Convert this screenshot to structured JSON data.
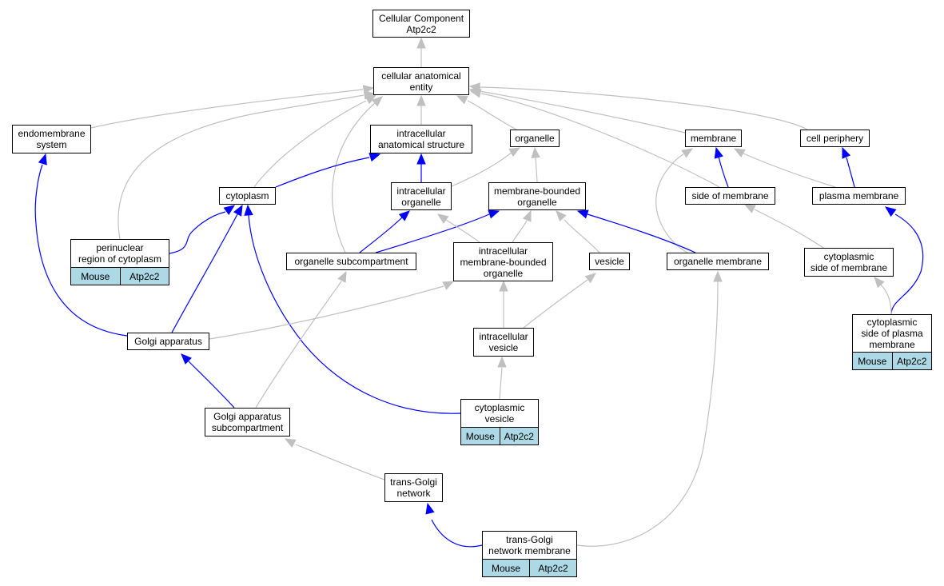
{
  "colors": {
    "is_a": "#c0c0c0",
    "part_of": "#0000ff",
    "annotation_fill": "#add8e6"
  },
  "nodes": [
    {
      "id": "root",
      "label": "Cellular Component\nAtp2c2"
    },
    {
      "id": "cae",
      "label": "cellular anatomical\nentity"
    },
    {
      "id": "endo",
      "label": "endomembrane\nsystem"
    },
    {
      "id": "ias",
      "label": "intracellular\nanatomical structure"
    },
    {
      "id": "organelle",
      "label": "organelle"
    },
    {
      "id": "membrane",
      "label": "membrane"
    },
    {
      "id": "cellper",
      "label": "cell periphery"
    },
    {
      "id": "cytoplasm",
      "label": "cytoplasm"
    },
    {
      "id": "intorg",
      "label": "intracellular\norganelle"
    },
    {
      "id": "mbo",
      "label": "membrane-bounded\norganelle"
    },
    {
      "id": "som",
      "label": "side of membrane"
    },
    {
      "id": "pm",
      "label": "plasma membrane"
    },
    {
      "id": "perinuc",
      "label": "perinuclear\nregion of cytoplasm"
    },
    {
      "id": "osub",
      "label": "organelle subcompartment"
    },
    {
      "id": "imbo",
      "label": "intracellular\nmembrane-bounded\norganelle"
    },
    {
      "id": "vesicle",
      "label": "vesicle"
    },
    {
      "id": "orgmem",
      "label": "organelle membrane"
    },
    {
      "id": "cytsom",
      "label": "cytoplasmic\nside of membrane"
    },
    {
      "id": "cytspm",
      "label": "cytoplasmic\nside of plasma\nmembrane"
    },
    {
      "id": "golgi",
      "label": "Golgi apparatus"
    },
    {
      "id": "iv",
      "label": "intracellular\nvesicle"
    },
    {
      "id": "cv",
      "label": "cytoplasmic\nvesicle"
    },
    {
      "id": "gasub",
      "label": "Golgi apparatus\nsubcompartment"
    },
    {
      "id": "tgn",
      "label": "trans-Golgi\nnetwork"
    },
    {
      "id": "tgnm",
      "label": "trans-Golgi\nnetwork membrane"
    }
  ],
  "annotations": [
    {
      "node": "perinuc",
      "species": "Mouse",
      "gene": "Atp2c2"
    },
    {
      "node": "cv",
      "species": "Mouse",
      "gene": "Atp2c2"
    },
    {
      "node": "cytspm",
      "species": "Mouse",
      "gene": "Atp2c2"
    },
    {
      "node": "tgnm",
      "species": "Mouse",
      "gene": "Atp2c2"
    }
  ],
  "edges": [
    {
      "from": "cae",
      "to": "root",
      "type": "is_a"
    },
    {
      "from": "endo",
      "to": "cae",
      "type": "is_a"
    },
    {
      "from": "ias",
      "to": "cae",
      "type": "is_a"
    },
    {
      "from": "organelle",
      "to": "cae",
      "type": "is_a"
    },
    {
      "from": "membrane",
      "to": "cae",
      "type": "is_a"
    },
    {
      "from": "cellper",
      "to": "cae",
      "type": "is_a"
    },
    {
      "from": "cytoplasm",
      "to": "cae",
      "type": "is_a"
    },
    {
      "from": "perinuc",
      "to": "cae",
      "type": "is_a"
    },
    {
      "from": "osub",
      "to": "cae",
      "type": "is_a"
    },
    {
      "from": "som",
      "to": "cae",
      "type": "is_a"
    },
    {
      "from": "cytoplasm",
      "to": "ias",
      "type": "part_of"
    },
    {
      "from": "intorg",
      "to": "ias",
      "type": "part_of"
    },
    {
      "from": "intorg",
      "to": "organelle",
      "type": "is_a"
    },
    {
      "from": "mbo",
      "to": "organelle",
      "type": "is_a"
    },
    {
      "from": "som",
      "to": "membrane",
      "type": "part_of"
    },
    {
      "from": "pm",
      "to": "membrane",
      "type": "is_a"
    },
    {
      "from": "pm",
      "to": "cellper",
      "type": "part_of"
    },
    {
      "from": "orgmem",
      "to": "membrane",
      "type": "is_a"
    },
    {
      "from": "perinuc",
      "to": "cytoplasm",
      "type": "part_of"
    },
    {
      "from": "golgi",
      "to": "cytoplasm",
      "type": "part_of"
    },
    {
      "from": "cv",
      "to": "cytoplasm",
      "type": "part_of"
    },
    {
      "from": "osub",
      "to": "intorg",
      "type": "part_of"
    },
    {
      "from": "osub",
      "to": "mbo",
      "type": "part_of"
    },
    {
      "from": "imbo",
      "to": "intorg",
      "type": "is_a"
    },
    {
      "from": "imbo",
      "to": "mbo",
      "type": "is_a"
    },
    {
      "from": "vesicle",
      "to": "mbo",
      "type": "is_a"
    },
    {
      "from": "orgmem",
      "to": "mbo",
      "type": "part_of"
    },
    {
      "from": "cytsom",
      "to": "som",
      "type": "is_a"
    },
    {
      "from": "cytspm",
      "to": "pm",
      "type": "part_of"
    },
    {
      "from": "cytspm",
      "to": "cytsom",
      "type": "is_a"
    },
    {
      "from": "golgi",
      "to": "endo",
      "type": "part_of"
    },
    {
      "from": "golgi",
      "to": "imbo",
      "type": "is_a"
    },
    {
      "from": "iv",
      "to": "imbo",
      "type": "is_a"
    },
    {
      "from": "iv",
      "to": "vesicle",
      "type": "is_a"
    },
    {
      "from": "cv",
      "to": "iv",
      "type": "is_a"
    },
    {
      "from": "gasub",
      "to": "golgi",
      "type": "part_of"
    },
    {
      "from": "gasub",
      "to": "osub",
      "type": "is_a"
    },
    {
      "from": "tgn",
      "to": "gasub",
      "type": "is_a"
    },
    {
      "from": "tgnm",
      "to": "tgn",
      "type": "part_of"
    },
    {
      "from": "tgnm",
      "to": "orgmem",
      "type": "is_a"
    }
  ]
}
